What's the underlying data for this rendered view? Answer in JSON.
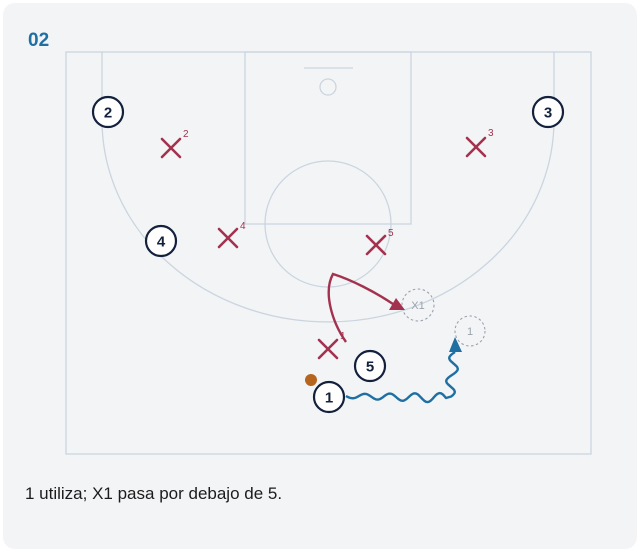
{
  "play": {
    "number": "02",
    "caption": "1 utiliza; X1 pasa por debajo de 5."
  },
  "colors": {
    "card_bg": "#f3f4f6",
    "court_lines": "#cbd5df",
    "offense": "#14213d",
    "defense": "#a3324f",
    "dribble": "#1f6fa3",
    "ball": "#b5651d",
    "ghost": "#9aa3ad"
  },
  "offense": [
    {
      "label": "2"
    },
    {
      "label": "3"
    },
    {
      "label": "4"
    },
    {
      "label": "5"
    },
    {
      "label": "1"
    }
  ],
  "defense": [
    {
      "sub": "2"
    },
    {
      "sub": "3"
    },
    {
      "sub": "4"
    },
    {
      "sub": "5"
    },
    {
      "sub": "1"
    }
  ],
  "ghost_positions": [
    {
      "label": "X1"
    },
    {
      "label": "1"
    }
  ],
  "actions": [
    {
      "type": "cut",
      "player": "X1",
      "description": "defender movement arrow"
    },
    {
      "type": "dribble",
      "player": "1",
      "description": "dribble arrow"
    }
  ],
  "ball": {
    "holder": "1"
  }
}
